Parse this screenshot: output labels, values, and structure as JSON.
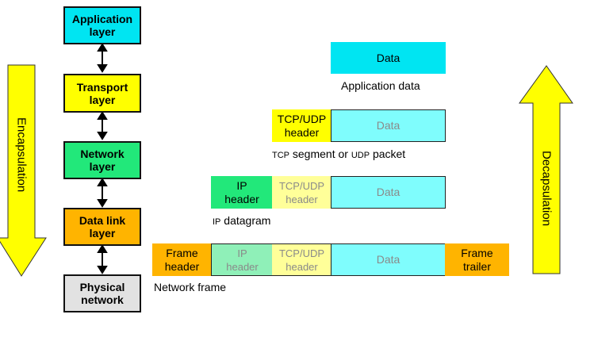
{
  "layers": {
    "application": "Application\nlayer",
    "transport": "Transport\nlayer",
    "network": "Network\nlayer",
    "datalink": "Data link\nlayer",
    "physical": "Physical\nnetwork"
  },
  "packets": {
    "app_data": "Data",
    "app_caption": "Application data",
    "tcp_header": "TCP/UDP\nheader",
    "tcp_data": "Data",
    "tcp_caption_sc1": "TCP",
    "tcp_caption_mid": " segment or ",
    "tcp_caption_sc2": "UDP",
    "tcp_caption_end": " packet",
    "ip_header": "IP\nheader",
    "ip_tcp_header": "TCP/UDP\nheader",
    "ip_data": "Data",
    "ip_caption_sc": "IP",
    "ip_caption_end": " datagram",
    "frame_header": "Frame\nheader",
    "frame_ip_header": "IP\nheader",
    "frame_tcp_header": "TCP/UDP\nheader",
    "frame_data": "Data",
    "frame_trailer": "Frame\ntrailer",
    "frame_caption": "Network frame"
  },
  "arrows": {
    "encapsulation": "Encapsulation",
    "decapsulation": "Decapsulation"
  },
  "colors": {
    "application": "#00e5f2",
    "transport": "#ffff00",
    "network": "#22e87a",
    "datalink": "#ffb400",
    "physical": "#e2e2e2",
    "data_light": "#7ffdfd",
    "tcp_faded": "#ffff99",
    "ip_faded": "#8ff0b8",
    "frame_orange": "#ffb400",
    "arrow_yellow": "#ffff00"
  }
}
